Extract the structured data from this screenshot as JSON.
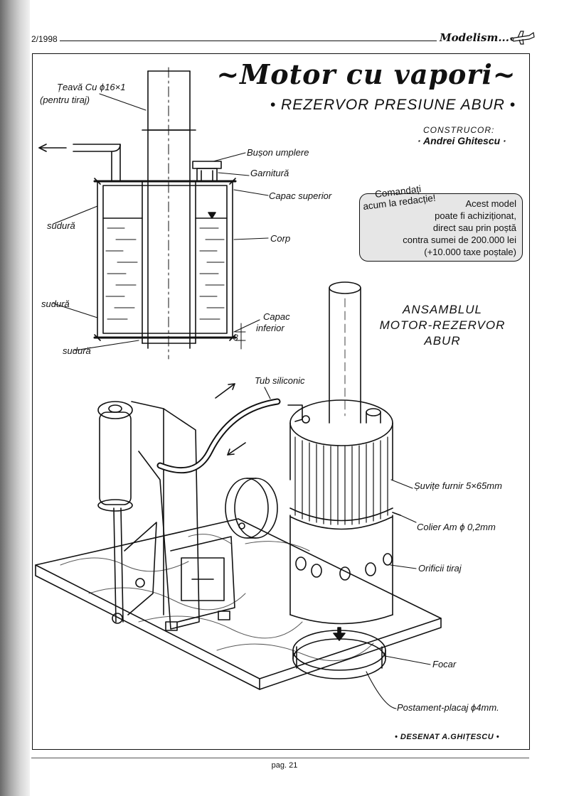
{
  "header": {
    "issue": "2/1998",
    "brand": "Modelism..."
  },
  "title": {
    "main": "~Motor cu vapori~",
    "sub": "• REZERVOR PRESIUNE ABUR •"
  },
  "constructor": {
    "label": "CONSTRUCOR:",
    "name": "· Andrei Ghitescu ·"
  },
  "offer": {
    "tag_line1": "Comandați",
    "tag_line2": "acum la redacție!",
    "line1": "Acest model",
    "line2": "poate fi achiziționat,",
    "line3": "direct sau prin poștă",
    "line4": "contra sumei de 200.000 lei",
    "line5": "(+10.000 taxe poștale)"
  },
  "tank_labels": {
    "pipe": "Țeavă Cu ϕ16×1",
    "pipe_note": "(pentru tiraj)",
    "fill_plug": "Bușon umplere",
    "gasket": "Garnitură",
    "top_cover": "Capac superior",
    "body": "Corp",
    "bottom_cover": "Capac",
    "bottom_cover2": "inferior",
    "weld": "sudură",
    "dim": "8"
  },
  "assembly": {
    "title_line1": "ANSAMBLUL",
    "title_line2": "MOTOR-REZERVOR",
    "title_line3": "ABUR",
    "silicone_tube": "Tub siliconic",
    "veneer": "Șuvițe furnir 5×65mm",
    "clamp": "Colier Am ϕ 0,2mm",
    "draft_holes": "Orificii tiraj",
    "firebox": "Focar",
    "base": "Postament-placaj ϕ4mm."
  },
  "signature": "• DESENAT A.GHIȚESCU •",
  "footer": {
    "page": "pag. 21"
  }
}
